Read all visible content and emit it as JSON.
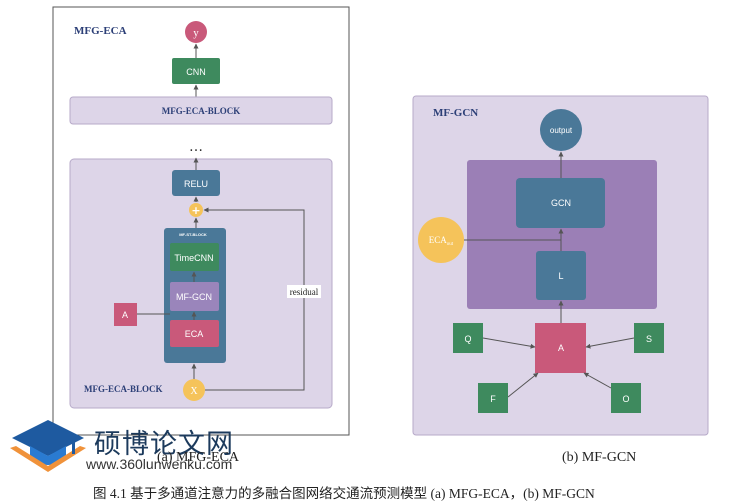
{
  "left_panel": {
    "title": "MFG-ECA",
    "y_label": "y",
    "cnn_label": "CNN",
    "block_top_label": "MFG-ECA-BLOCK",
    "ellipsis": "…",
    "relu_label": "RELU",
    "plus_label": "+",
    "st_block_label": "MF-ST-BLOCK",
    "timecnn_label": "TimeCNN",
    "mfgcn_label": "MF-GCN",
    "eca_label": "ECA",
    "a_label": "A",
    "residual_label": "residual",
    "block_bottom_label": "MFG-ECA-BLOCK",
    "x_label": "X",
    "caption": "(a) MFG-ECA"
  },
  "right_panel": {
    "title": "MF-GCN",
    "output_label": "output",
    "gcn_label": "GCN",
    "eca_label": "ECA",
    "eca_sub": "out",
    "l_label": "L",
    "a_label": "A",
    "q_label": "Q",
    "s_label": "S",
    "f_label": "F",
    "o_label": "O",
    "caption": "(b) MF-GCN"
  },
  "figure_caption": "图 4.1   基于多通道注意力的多融合图网络交通流预测模型 (a) MFG-ECA，(b) MF-GCN",
  "watermark": {
    "title": "硕博论文网",
    "url": "www.360lunwenku.com"
  },
  "colors": {
    "panel_fill": "#ddd5e8",
    "gcn_inner": "#9b7fb6",
    "node_blue": "#4a7898",
    "node_green": "#3e8a5e",
    "node_pink": "#c9597a",
    "node_purple": "#9a85bb",
    "node_yellow": "#f5c35a",
    "title_blue": "#2c3f77"
  }
}
